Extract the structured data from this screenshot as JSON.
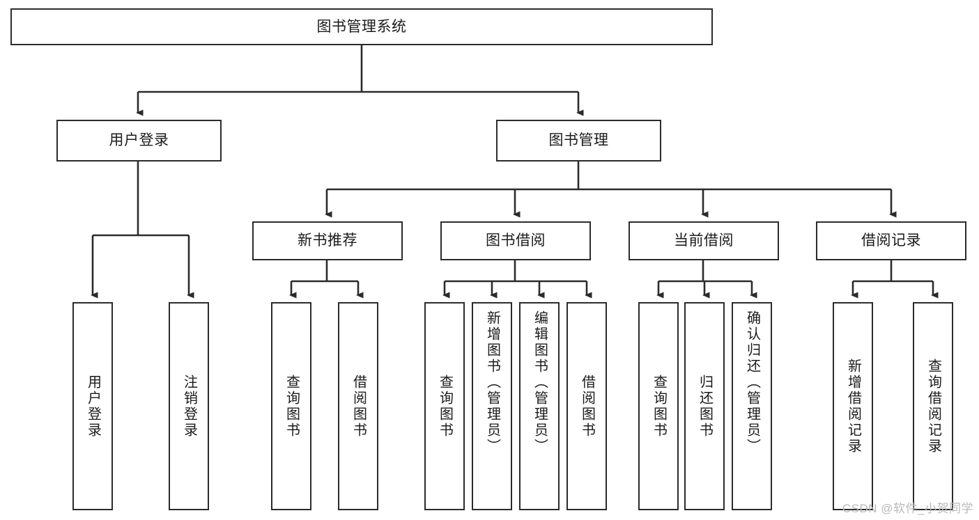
{
  "diagram": {
    "type": "tree",
    "title": "图书管理系统",
    "orientation": "top-down",
    "root": {
      "id": "root",
      "label": "图书管理系统"
    },
    "level2": [
      {
        "id": "user-login",
        "label": "用户登录"
      },
      {
        "id": "book-manage",
        "label": "图书管理"
      }
    ],
    "level3": [
      {
        "id": "new-book-recommend",
        "label": "新书推荐",
        "parent": "book-manage"
      },
      {
        "id": "book-borrow",
        "label": "图书借阅",
        "parent": "book-manage"
      },
      {
        "id": "current-borrow",
        "label": "当前借阅",
        "parent": "book-manage"
      },
      {
        "id": "borrow-record",
        "label": "借阅记录",
        "parent": "book-manage"
      }
    ],
    "leaves": [
      {
        "id": "leaf-user-login",
        "label": "用户登录",
        "parent": "user-login"
      },
      {
        "id": "leaf-user-logout",
        "label": "注销登录",
        "parent": "user-login"
      },
      {
        "id": "leaf-query-book-1",
        "label": "查询图书",
        "parent": "new-book-recommend"
      },
      {
        "id": "leaf-borrow-book-1",
        "label": "借阅图书",
        "parent": "new-book-recommend"
      },
      {
        "id": "leaf-query-book-2",
        "label": "查询图书",
        "parent": "book-borrow"
      },
      {
        "id": "leaf-add-book",
        "label": "新增图书（管理员）",
        "parent": "book-borrow"
      },
      {
        "id": "leaf-edit-book",
        "label": "编辑图书（管理员）",
        "parent": "book-borrow"
      },
      {
        "id": "leaf-borrow-book-2",
        "label": "借阅图书",
        "parent": "book-borrow"
      },
      {
        "id": "leaf-query-book-3",
        "label": "查询图书",
        "parent": "current-borrow"
      },
      {
        "id": "leaf-return-book",
        "label": "归还图书",
        "parent": "current-borrow"
      },
      {
        "id": "leaf-confirm-return",
        "label": "确认归还（管理员）",
        "parent": "current-borrow"
      },
      {
        "id": "leaf-add-record",
        "label": "新增借阅记录",
        "parent": "borrow-record"
      },
      {
        "id": "leaf-query-record",
        "label": "查询借阅记录",
        "parent": "borrow-record"
      }
    ],
    "colors": {
      "stroke": "#2b2b2b",
      "fill": "#ffffff",
      "text": "#1b1b1b",
      "watermark": "#b9b9b9"
    }
  },
  "watermark": {
    "text": "CSDN @软件_小贺同学"
  }
}
